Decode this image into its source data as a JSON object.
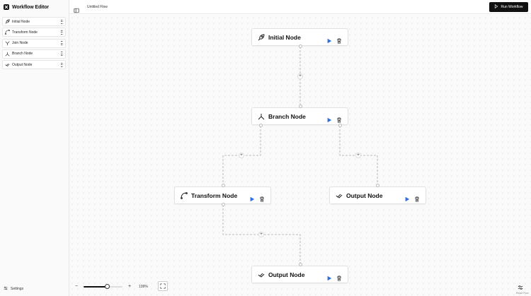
{
  "app": {
    "title": "Workflow Editor"
  },
  "sidebar": {
    "items": [
      {
        "label": "Initial Node",
        "icon": "rocket-icon"
      },
      {
        "label": "Transform Node",
        "icon": "curve-icon"
      },
      {
        "label": "Join Node",
        "icon": "merge-icon"
      },
      {
        "label": "Branch Node",
        "icon": "split-icon"
      },
      {
        "label": "Output Node",
        "icon": "check-check-icon"
      }
    ],
    "settings_label": "Settings"
  },
  "topbar": {
    "flow_title": "Untitled Flow",
    "run_label": "Run Workflow"
  },
  "nodes": [
    {
      "id": "initial",
      "label": "Initial Node",
      "icon": "rocket-icon"
    },
    {
      "id": "branch",
      "label": "Branch Node",
      "icon": "split-icon"
    },
    {
      "id": "transform",
      "label": "Transform Node",
      "icon": "curve-icon"
    },
    {
      "id": "output-right",
      "label": "Output Node",
      "icon": "check-check-icon"
    },
    {
      "id": "output-bottom",
      "label": "Output Node",
      "icon": "check-check-icon"
    }
  ],
  "zoom": {
    "level": "139%",
    "slider_fraction": 0.6
  },
  "colors": {
    "accent": "#2f6ee8",
    "run_button": "#111111"
  },
  "attribution": "React Flow"
}
